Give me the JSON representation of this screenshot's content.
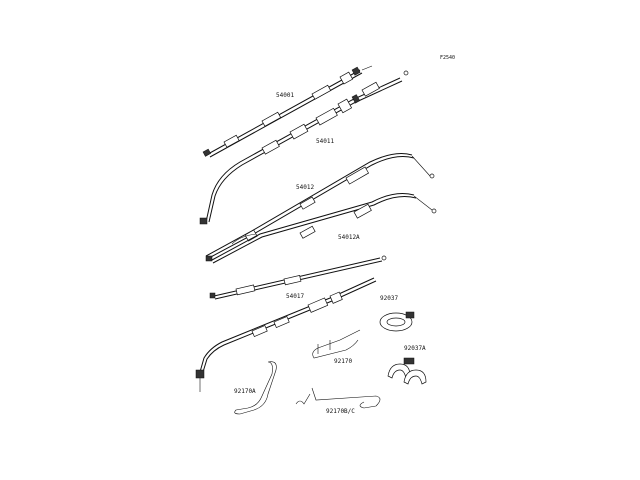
{
  "reference_code": "F2540",
  "parts": {
    "p54001": "54001",
    "p54011": "54011",
    "p54012": "54012",
    "p54012A": "54012A",
    "p54017": "54017",
    "p92037": "92037",
    "p92037A": "92037A",
    "p92170": "92170",
    "p92170A": "92170A",
    "p92170BC": "92170B/C"
  }
}
